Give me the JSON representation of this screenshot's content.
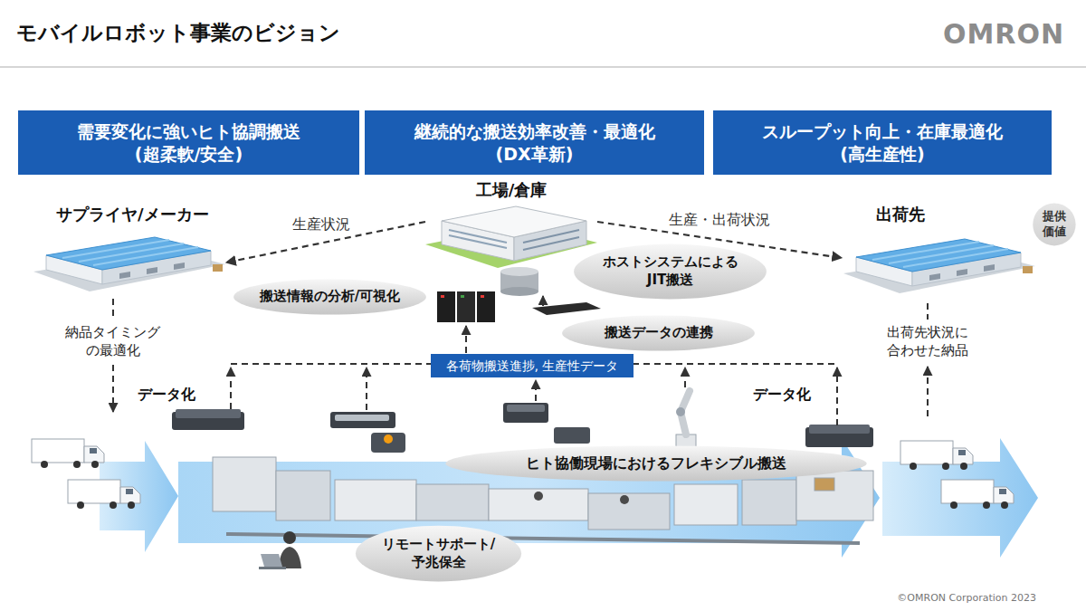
{
  "diagram": {
    "title": "モバイルロボット事業のビジョン",
    "nodes": [
      {
        "text": [
          "需要変化に強いヒト協調搬送",
          "(超柔軟/安全)"
        ]
      },
      {
        "text": [
          "継続的な搬送効率改善・最適化",
          "(DX革新)"
        ]
      },
      {
        "text": [
          "スループット向上・在庫最適化",
          "(高生産性)"
        ]
      },
      {
        "text": [
          "サプライヤ/メーカー"
        ]
      },
      {
        "text": [
          "工場/倉庫"
        ]
      },
      {
        "text": [
          "出荷先"
        ]
      },
      {
        "text": [
          "提供価値"
        ]
      },
      {
        "text": [
          "搬送情報の分析/可視化"
        ]
      },
      {
        "text": [
          "ホストシステムによる JIT搬送"
        ]
      },
      {
        "text": [
          "搬送データの連携"
        ]
      },
      {
        "text": [
          "各荷物搬送進捗, 生産性データ"
        ]
      },
      {
        "text": [
          "ヒト協働現場におけるフレキシブル搬送"
        ]
      },
      {
        "text": [
          "リモートサポート/ 予兆保全"
        ]
      }
    ],
    "edges": [
      {
        "from": 4,
        "to": 3,
        "label": "生産状況",
        "arrow": "to"
      },
      {
        "from": 4,
        "to": 5,
        "label": "生産・出荷状況",
        "arrow": "to"
      }
    ],
    "labels": [
      "OMRON",
      "納品タイミング の最適化",
      "データ化",
      "データ化",
      "出荷先状況に 合わせた納品",
      "©OMRON Corporation 2023"
    ]
  }
}
